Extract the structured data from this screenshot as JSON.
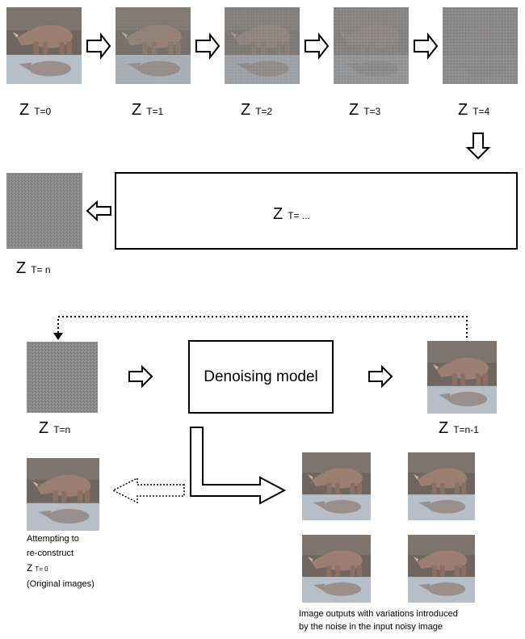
{
  "forward": {
    "steps": [
      {
        "var": "Z",
        "sub": "T=0",
        "noise": 0.0
      },
      {
        "var": "Z",
        "sub": "T=1",
        "noise": 0.3
      },
      {
        "var": "Z",
        "sub": "T=2",
        "noise": 0.55
      },
      {
        "var": "Z",
        "sub": "T=3",
        "noise": 0.8
      },
      {
        "var": "Z",
        "sub": "T=4",
        "noise": 0.95
      }
    ],
    "middle": {
      "var": "Z",
      "sub": "T= ..."
    },
    "final": {
      "var": "Z",
      "sub": "T= n",
      "noise": 1.0
    }
  },
  "reverse": {
    "input": {
      "var": "Z",
      "sub": "T=n"
    },
    "model_label": "Denoising model",
    "output": {
      "var": "Z",
      "sub": "T=n-1"
    }
  },
  "reconstruct": {
    "line1": "Attempting to",
    "line2": "re-construct",
    "var": "Z",
    "sub": "T= 0",
    "line4": "(Original images)"
  },
  "outputs_caption": {
    "line1": "Image outputs with variations introduced",
    "line2": "by the noise in the input noisy image"
  },
  "colors": {
    "noise_gray": "#8a8a8a",
    "sky": "#a9b7c6",
    "rock": "#6f6660",
    "rhino": "#9a7f72",
    "water": "#b6bfc8"
  }
}
